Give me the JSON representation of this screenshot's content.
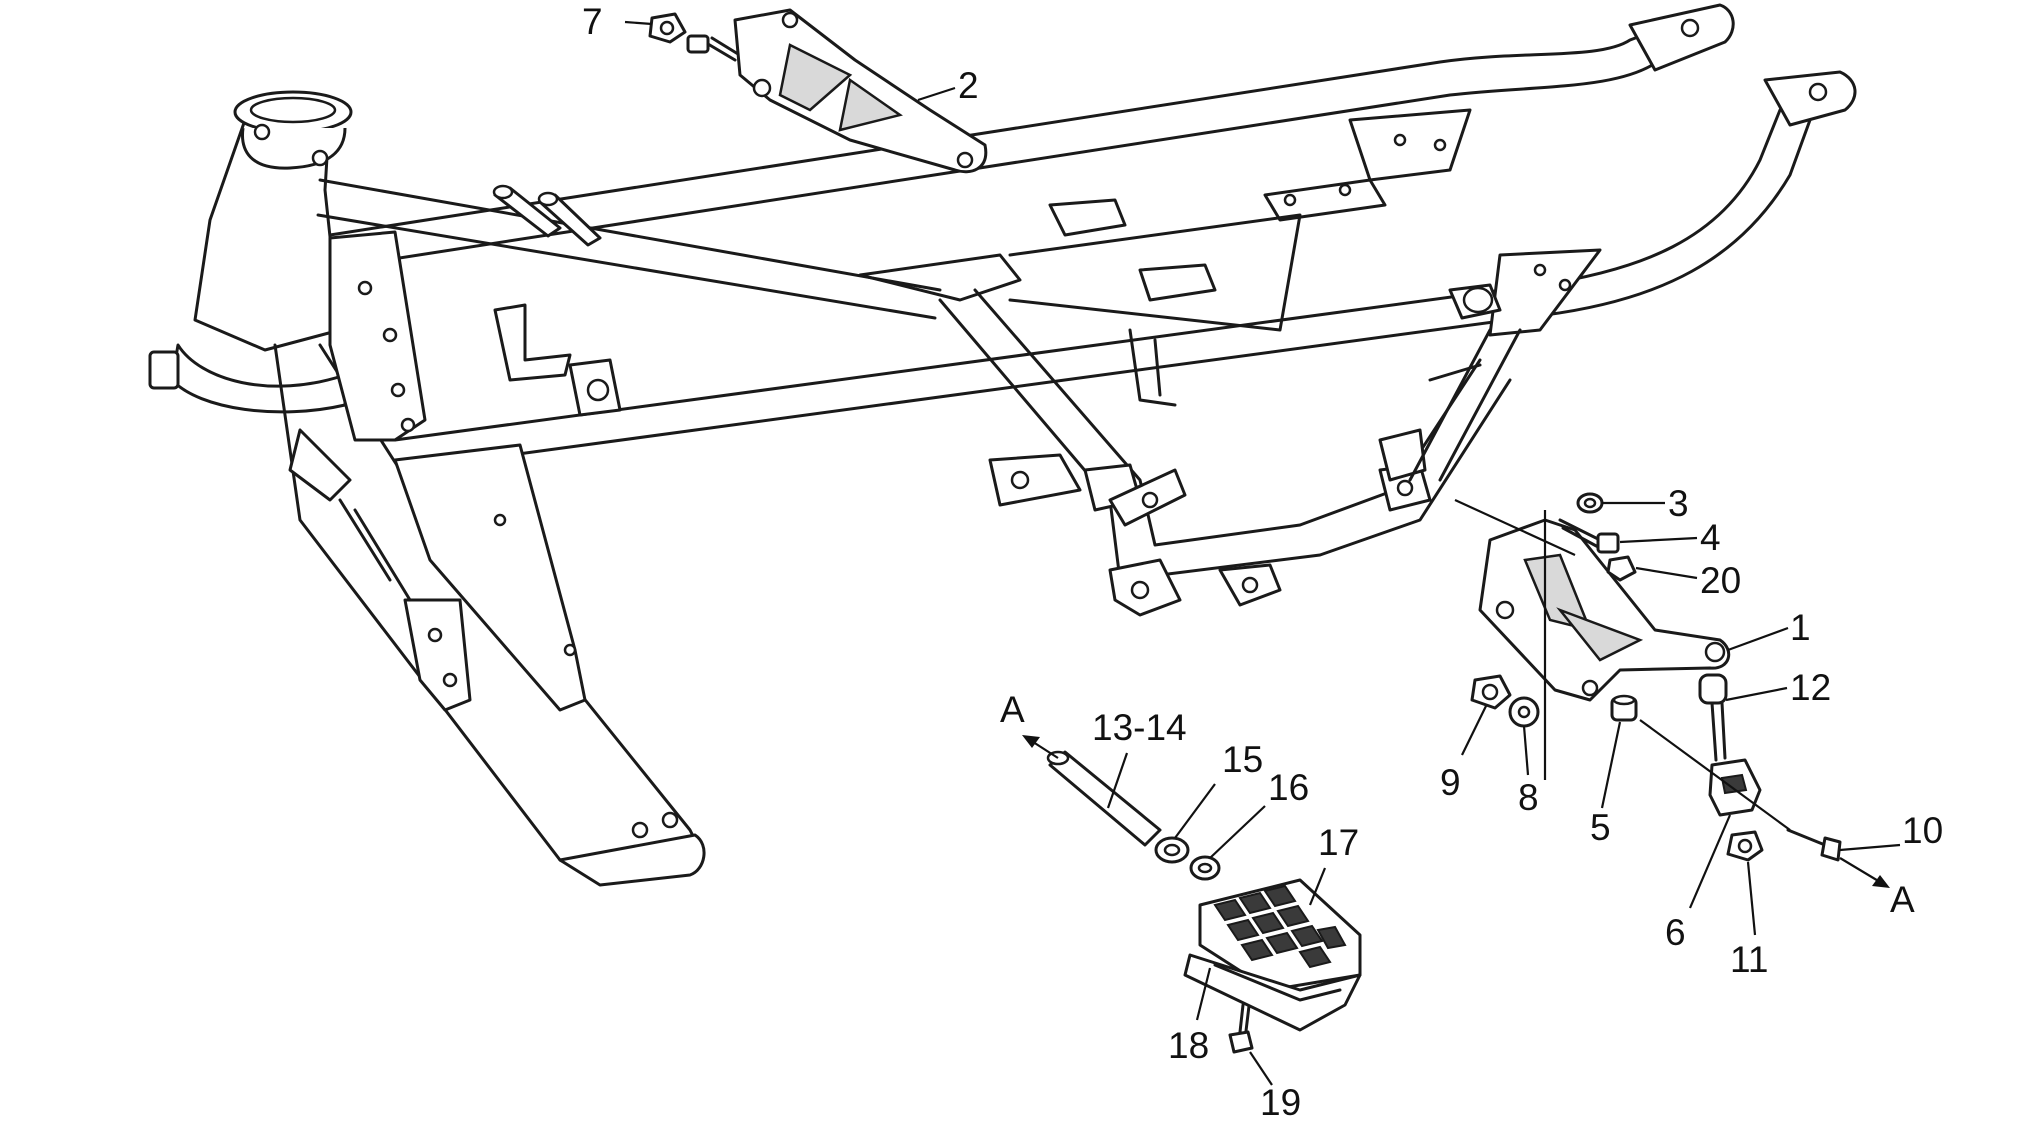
{
  "diagram": {
    "callouts": {
      "c1": "1",
      "c2": "2",
      "c3": "3",
      "c4": "4",
      "c5": "5",
      "c6": "6",
      "c7": "7",
      "c8": "8",
      "c9": "9",
      "c10": "10",
      "c11": "11",
      "c12": "12",
      "c13_14": "13-14",
      "c15": "15",
      "c16": "16",
      "c17": "17",
      "c18": "18",
      "c19": "19",
      "c20": "20",
      "ref_a_left": "A",
      "ref_a_right": "A"
    },
    "colors": {
      "line": "#1a1a1a",
      "background": "#ffffff",
      "shade": "#d9d9d9"
    }
  }
}
